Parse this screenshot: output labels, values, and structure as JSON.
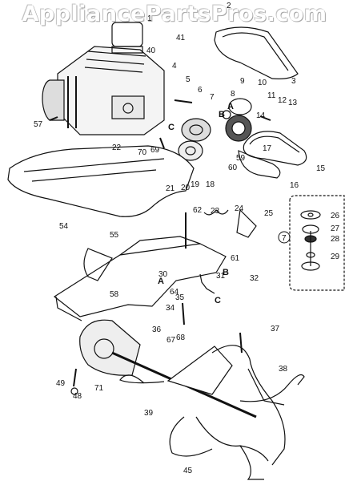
{
  "watermark": "AppliancePartsPros.com",
  "callouts": [
    "1",
    "2",
    "3",
    "4",
    "5",
    "6",
    "7",
    "8",
    "9",
    "10",
    "11",
    "12",
    "13",
    "14",
    "15",
    "16",
    "17",
    "18",
    "19",
    "20",
    "21",
    "22",
    "23",
    "24",
    "25",
    "26",
    "27",
    "28",
    "29",
    "30",
    "31",
    "32",
    "34",
    "35",
    "36",
    "37",
    "38",
    "39",
    "40",
    "41",
    "45",
    "48",
    "49",
    "54",
    "55",
    "57",
    "58",
    "59",
    "60",
    "61",
    "62",
    "64",
    "67",
    "68",
    "69",
    "70",
    "71"
  ],
  "letters": [
    "A",
    "B",
    "C"
  ]
}
